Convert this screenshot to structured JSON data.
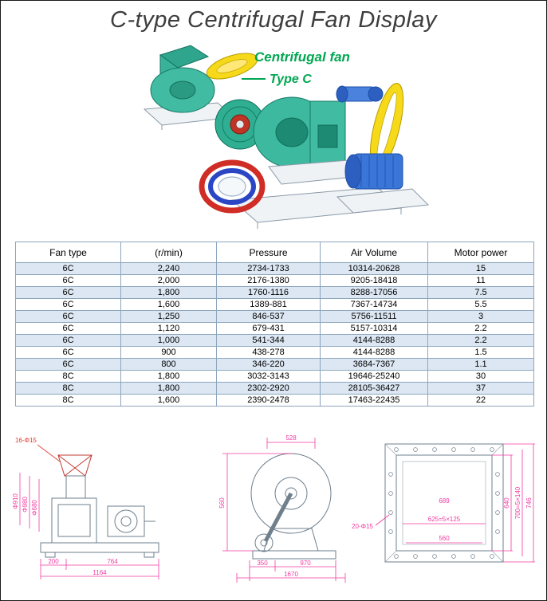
{
  "page": {
    "title": "C-type Centrifugal Fan Display"
  },
  "illustration": {
    "label_line1": "Centrifugal fan",
    "label_line2": "Type C"
  },
  "table": {
    "headers": [
      "Fan type",
      "(r/min)",
      "Pressure",
      "Air Volume",
      "Motor power"
    ],
    "rows": [
      [
        "6C",
        "2,240",
        "2734-1733",
        "10314-20628",
        "15"
      ],
      [
        "6C",
        "2,000",
        "2176-1380",
        "9205-18418",
        "11"
      ],
      [
        "6C",
        "1,800",
        "1760-1116",
        "8288-17056",
        "7.5"
      ],
      [
        "6C",
        "1,600",
        "1389-881",
        "7367-14734",
        "5.5"
      ],
      [
        "6C",
        "1,250",
        "846-537",
        "5756-11511",
        "3"
      ],
      [
        "6C",
        "1,120",
        "679-431",
        "5157-10314",
        "2.2"
      ],
      [
        "6C",
        "1,000",
        "541-344",
        "4144-8288",
        "2.2"
      ],
      [
        "6C",
        "900",
        "438-278",
        "4144-8288",
        "1.5"
      ],
      [
        "6C",
        "800",
        "346-220",
        "3684-7367",
        "1.1"
      ],
      [
        "8C",
        "1,800",
        "3032-3143",
        "19646-25240",
        "30"
      ],
      [
        "8C",
        "1,800",
        "2302-2920",
        "28105-36427",
        "37"
      ],
      [
        "8C",
        "1,600",
        "2390-2478",
        "17463-22435",
        "22"
      ]
    ]
  },
  "drawings": {
    "left": {
      "bolt_label": "16-Φ15",
      "dia1": "Φ910",
      "dia2": "Φ980",
      "dia3": "Φ680",
      "dim_200": "200",
      "dim_764": "764",
      "dim_1164": "1164"
    },
    "middle": {
      "dim_528": "528",
      "dim_560": "560",
      "dim_350": "350",
      "dim_970": "970",
      "dim_1670": "1670"
    },
    "right": {
      "dim_689": "689",
      "dim_625": "625=5×125",
      "dim_560": "560",
      "dim_640": "640",
      "dim_700": "700=5×140",
      "dim_746": "746",
      "bolt_label": "20-Φ15"
    }
  },
  "colors": {
    "accent_green": "#00a651",
    "teal_fan": "#3cb9a0",
    "belt_yellow": "#f5d91a",
    "motor_blue": "#3a76d8",
    "ring_red": "#cf2d26",
    "ring_blue": "#2b46c4",
    "table_row_alt": "#dce7f3",
    "dim_pink": "#f23aa2",
    "dim_red": "#e03a2f"
  }
}
